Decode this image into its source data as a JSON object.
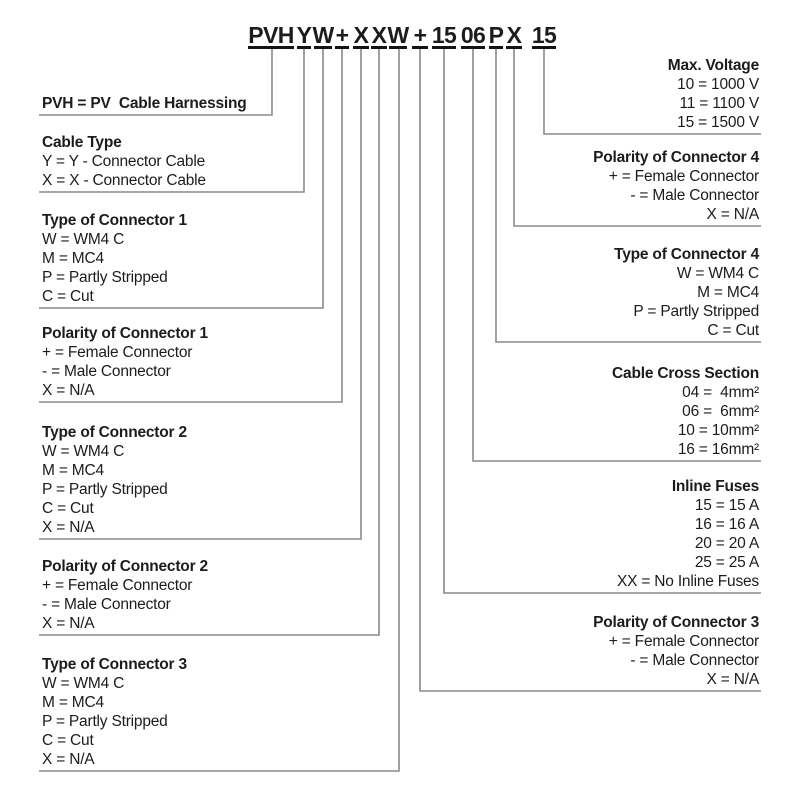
{
  "code": {
    "value": "PVH Y W + X X W + 15 06 P X 15",
    "segments": [
      "PVH",
      "Y",
      "W",
      "+",
      "X",
      "X",
      "W",
      "+",
      "15",
      "06",
      "P",
      "X",
      "15"
    ]
  },
  "left_blocks": [
    {
      "id": "product",
      "heading": "PVH = PV  Cable Harnessing",
      "items": []
    },
    {
      "id": "cable-type",
      "heading": "Cable Type",
      "items": [
        "Y = Y - Connector Cable",
        "X = X - Connector Cable"
      ]
    },
    {
      "id": "type-of-connector-1",
      "heading": "Type of Connector 1",
      "items": [
        "W = WM4 C",
        "M = MC4",
        "P = Partly Stripped",
        "C = Cut"
      ]
    },
    {
      "id": "polarity-of-connector-1",
      "heading": "Polarity of Connector 1",
      "items": [
        "+ = Female Connector",
        "- = Male Connector",
        "X = N/A"
      ]
    },
    {
      "id": "type-of-connector-2",
      "heading": "Type of Connector 2",
      "items": [
        "W = WM4 C",
        "M = MC4",
        "P = Partly Stripped",
        "C = Cut",
        "X = N/A"
      ]
    },
    {
      "id": "polarity-of-connector-2",
      "heading": "Polarity of Connector 2",
      "items": [
        "+ = Female Connector",
        "- = Male Connector",
        "X = N/A"
      ]
    },
    {
      "id": "type-of-connector-3",
      "heading": "Type of Connector 3",
      "items": [
        "W = WM4 C",
        "M = MC4",
        "P = Partly Stripped",
        "C = Cut",
        "X = N/A"
      ]
    }
  ],
  "right_blocks": [
    {
      "id": "max-voltage",
      "heading": "Max. Voltage",
      "items": [
        "10 = 1000 V",
        "11 = 1100 V",
        "15 = 1500 V"
      ]
    },
    {
      "id": "polarity-of-connector-4",
      "heading": "Polarity of Connector 4",
      "items": [
        "+ = Female Connector",
        "- = Male Connector",
        "X = N/A"
      ]
    },
    {
      "id": "type-of-connector-4",
      "heading": "Type of Connector 4",
      "items": [
        "W = WM4 C",
        "M = MC4",
        "P = Partly Stripped",
        "C = Cut"
      ]
    },
    {
      "id": "cable-cross-section",
      "heading": "Cable Cross Section",
      "items": [
        "04 =  4mm²",
        "06 =  6mm²",
        "10 = 10mm²",
        "16 = 16mm²"
      ]
    },
    {
      "id": "inline-fuses",
      "heading": "Inline Fuses",
      "items": [
        "15 = 15 A",
        "16 = 16 A",
        "20 = 20 A",
        "25 = 25 A",
        "XX = No Inline Fuses"
      ]
    },
    {
      "id": "polarity-of-connector-3",
      "heading": "Polarity of Connector 3",
      "items": [
        "+ = Female Connector",
        "- = Male Connector",
        "X = N/A"
      ]
    }
  ],
  "colors": {
    "text": "#1c1c1c",
    "line": "#8a8a8a",
    "code_underline": "#141414",
    "background": "#ffffff"
  }
}
